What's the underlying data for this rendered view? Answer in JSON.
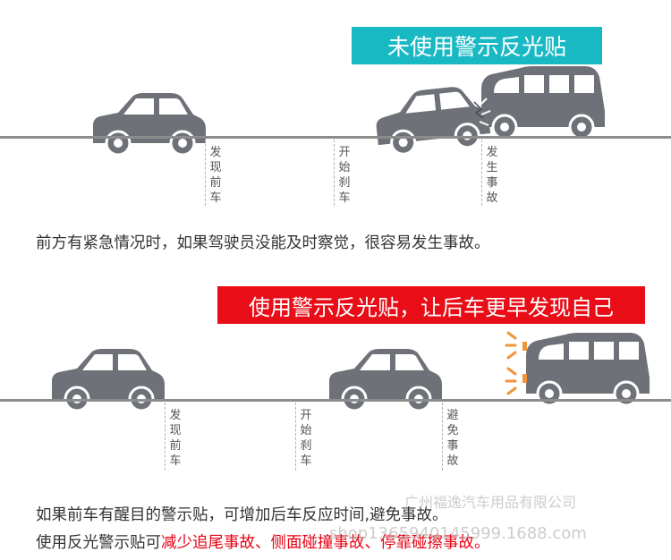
{
  "section1": {
    "banner": "未使用警示反光贴",
    "markers": [
      "发现前车",
      "开始刹车",
      "发生事故"
    ],
    "caption": "前方有紧急情况时，如果驾驶员没能及时察觉，很容易发生事故。"
  },
  "section2": {
    "banner": "使用警示反光贴，让后车更早发现自己",
    "markers": [
      "发现前车",
      "开始刹车",
      "避免事故"
    ],
    "caption_line1": "如果前车有醒目的警示贴，可增加后车反应时间,避免事故。",
    "caption_line2_prefix": "使用反光警示贴可",
    "caption_line2_highlight": "减少追尾事故、侧面碰撞事故、停靠碰擦事故。"
  },
  "watermark": {
    "company": "广州福逸汽车用品有限公司",
    "shop": "shop1365940145999.1688.com"
  },
  "colors": {
    "banner_top": "#19b9c4",
    "banner_mid": "#e80d17",
    "vehicle": "#6e7177",
    "highlight_text": "#e60012",
    "reflector_glow": "#f0953a"
  }
}
